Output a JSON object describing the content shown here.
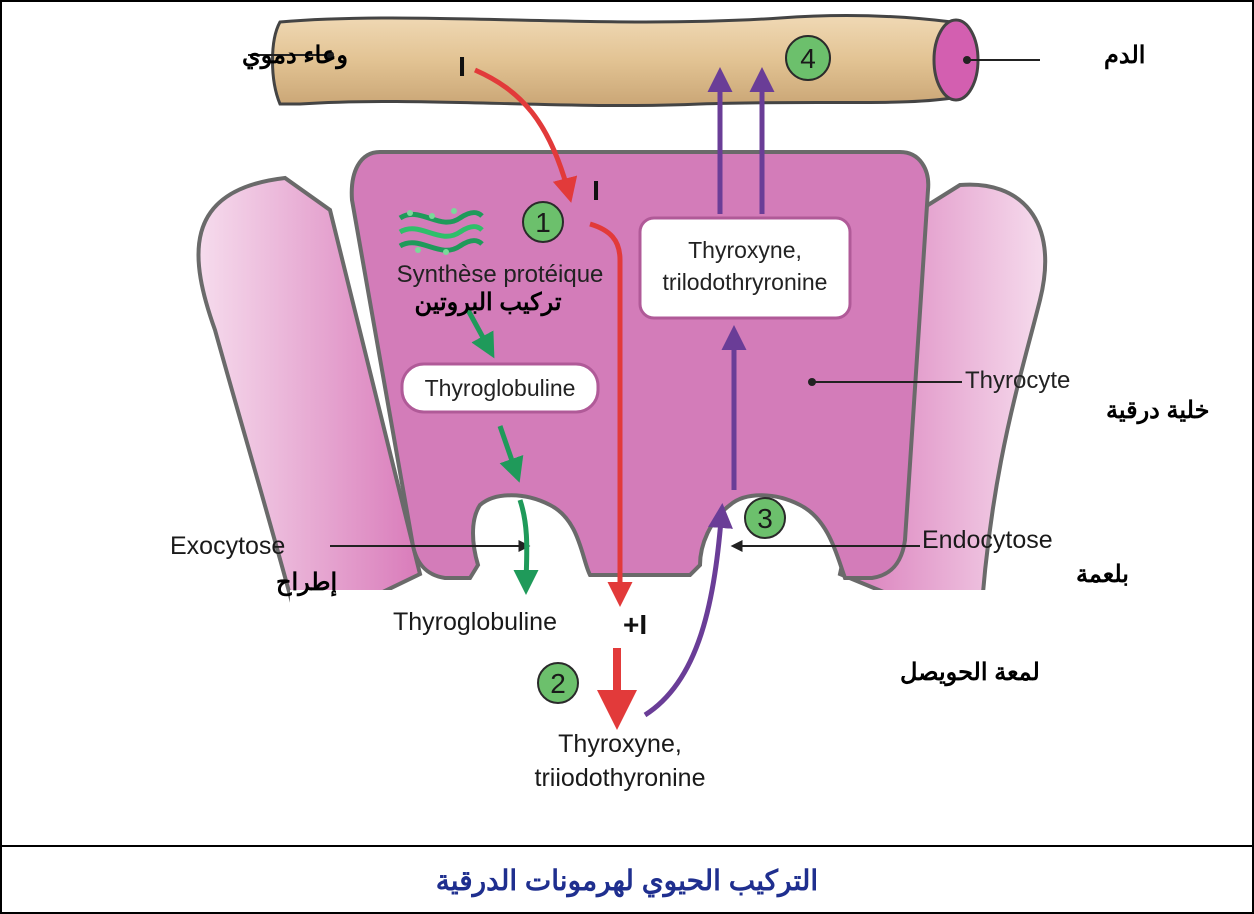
{
  "labels": {
    "blood_vessel": "وعاء دموي",
    "blood": "الدم",
    "iodine_top": "I",
    "iodine_cell": "I",
    "protein_synthesis_fr": "Synthèse protéique",
    "protein_synthesis_ar": "تركيب البروتين",
    "thyroglobuline_box": "Thyroglobuline",
    "hormone_box_line1": "Thyroxyne,",
    "hormone_box_line2": "trilodothryronine",
    "thyrocyte_fr": "Thyrocyte",
    "thyrocyte_ar": "خلية درقية",
    "exocytose_fr": "Exocytose",
    "exocytose_ar": "إطراح",
    "endocytose_fr": "Endocytose",
    "endocytose_ar": "بلعمة",
    "thyroglobuline_lumen": "Thyroglobuline",
    "plus_iodine": "+I",
    "colloid_ar": "لمعة الحويصل",
    "hormones_bottom_line1": "Thyroxyne,",
    "hormones_bottom_line2": "triiodothyronine"
  },
  "steps": [
    "1",
    "2",
    "3",
    "4"
  ],
  "caption": "التركيب الحيوي لهرمونات الدرقية",
  "colors": {
    "cell": "#d679b8",
    "cell_light": "#f2d3e8",
    "vessel": "#e6c79c",
    "vessel_end": "#d35fb0",
    "iodine_arrow": "#e23a3a",
    "synthesis_arrow": "#1f9a5a",
    "hormone_arrow": "#6a3d97",
    "step_circle": "#6cc06c",
    "caption_text": "#1f2f8f"
  }
}
